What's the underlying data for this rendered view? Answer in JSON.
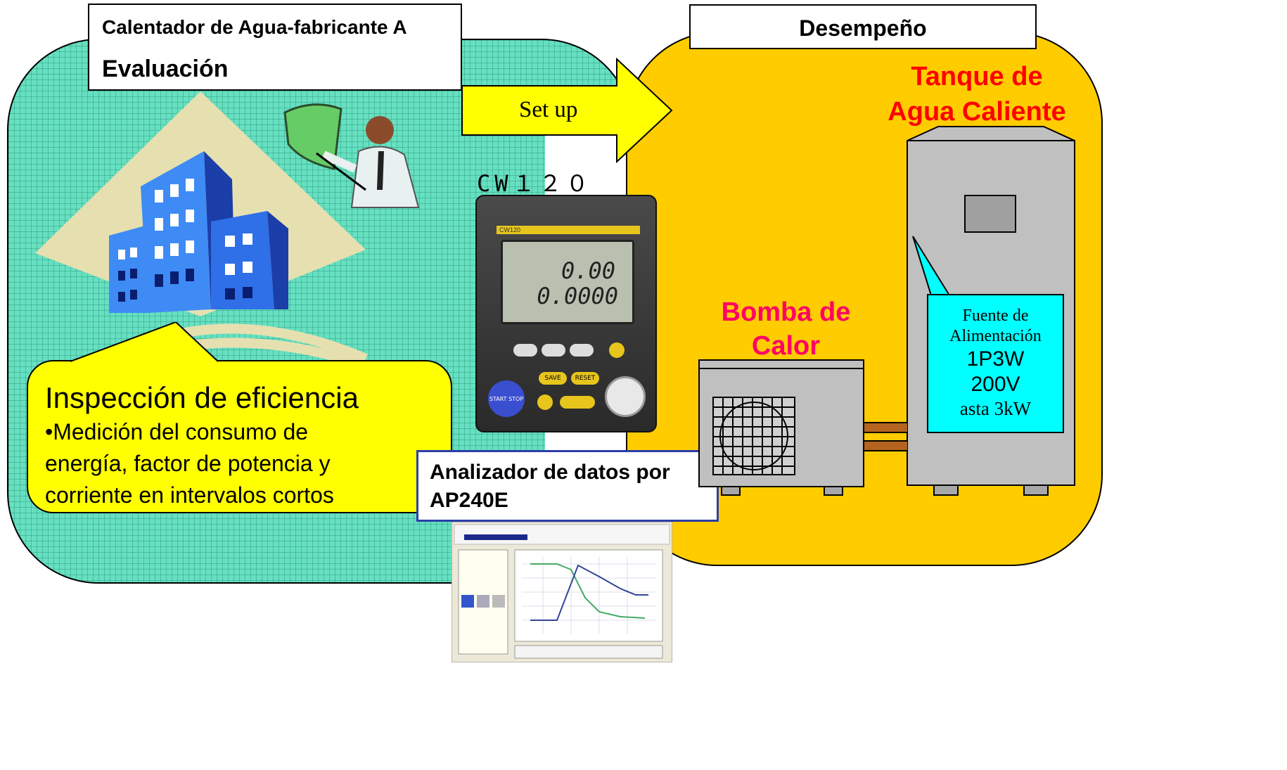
{
  "left_panel": {
    "title_line1": "Calentador de Agua-fabricante A",
    "title_line2": "Evaluación",
    "callout_title": "Inspección de eficiencia",
    "callout_body": "•Medición del consumo de energía, factor de potencia y corriente en intervalos cortos"
  },
  "arrow": {
    "label": "Set up"
  },
  "device": {
    "model": "CW１２０",
    "brand_strip": "CW120",
    "lcd_top": "0.00",
    "lcd_bottom": "0.0000",
    "buttons": [
      "START STOP",
      "SAVE",
      "RESET"
    ]
  },
  "analyzer": {
    "label_line1": "Analizador de datos por",
    "label_line2": "AP240E"
  },
  "right_panel": {
    "title": "Desempeño",
    "tank_label_line1": "Tanque de",
    "tank_label_line2": "Agua Caliente",
    "pump_label_line1": "Bomba de",
    "pump_label_line2": "Calor",
    "power_line1": "Fuente de",
    "power_line2": "Alimentación",
    "power_line3": "1P3W",
    "power_line4": "200V",
    "power_line5": "asta 3kW"
  },
  "colors": {
    "left_bg": "#66e0c0",
    "right_bg": "#ffcc00",
    "callout": "#ffff00",
    "red_label": "#ff0000",
    "pink_label": "#ff0066",
    "cyan_box": "#00ffff"
  }
}
